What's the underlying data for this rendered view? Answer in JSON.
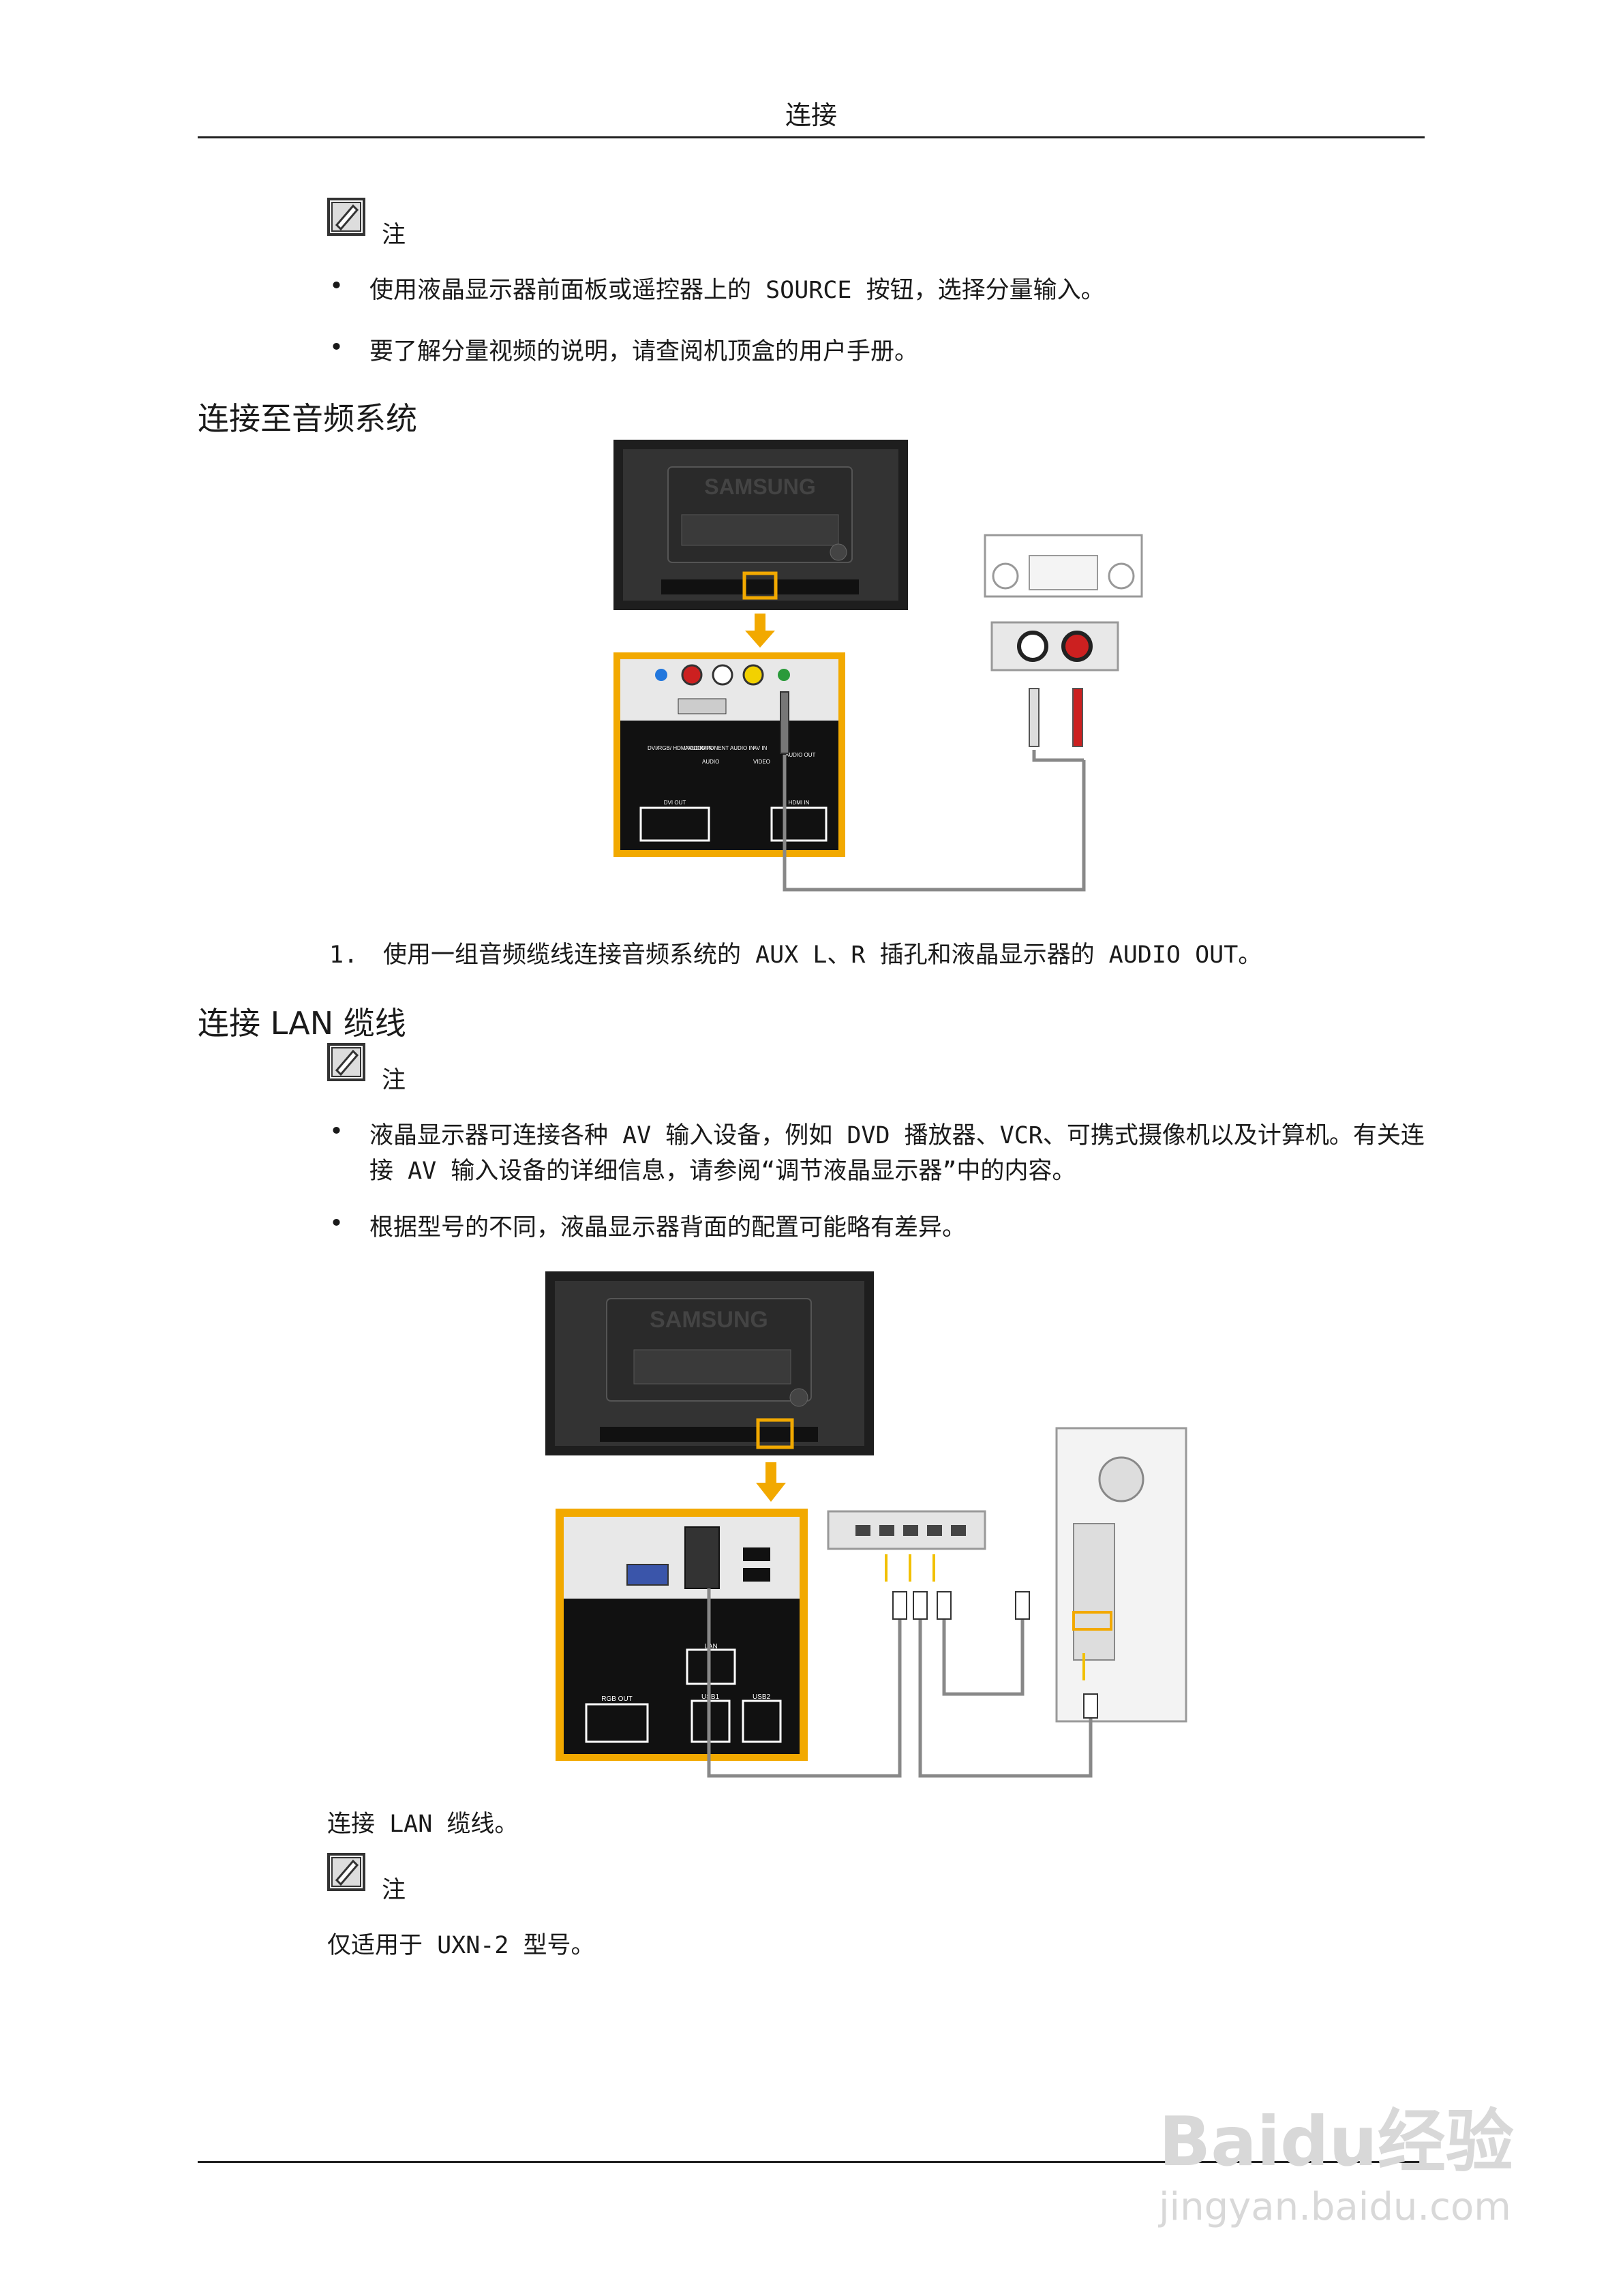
{
  "header": {
    "title": "连接"
  },
  "note_label": "注",
  "section1": {
    "bullets": [
      "使用液晶显示器前面板或遥控器上的 SOURCE 按钮，选择分量输入。",
      "要了解分量视频的说明，请查阅机顶盒的用户手册。"
    ]
  },
  "section_audio": {
    "title": "连接至音频系统",
    "step_number": "1.",
    "step_text": "使用一组音频缆线连接音频系统的 AUX L、R 插孔和液晶显示器的 AUDIO OUT。",
    "figure": {
      "brand": "SAMSUNG",
      "labels": [
        "DVI/RGB/ HDMI AUDIO IN",
        "AV/COMPONENT AUDIO IN",
        "AUDIO",
        "AV IN",
        "VIDEO",
        "AUDIO OUT",
        "DVI OUT",
        "HDMI IN"
      ]
    }
  },
  "section_lan": {
    "title": "连接 LAN 缆线",
    "bullets": [
      "液晶显示器可连接各种 AV 输入设备，例如 DVD 播放器、VCR、可携式摄像机以及计算机。有关连接 AV 输入设备的详细信息，请参阅“调节液晶显示器”中的内容。",
      "根据型号的不同，液晶显示器背面的配置可能略有差异。"
    ],
    "figure": {
      "brand": "SAMSUNG",
      "labels": [
        "LAN",
        "RGB OUT",
        "USB1",
        "USB2"
      ]
    },
    "caption": "连接 LAN 缆线。",
    "note_text": "仅适用于 UXN-2 型号。"
  },
  "watermark": {
    "brand": "Baidu经验",
    "url": "jingyan.baidu.com"
  },
  "colors": {
    "highlight": "#f2a900",
    "panel_dark": "#2b2b2b",
    "cable": "#888888"
  }
}
